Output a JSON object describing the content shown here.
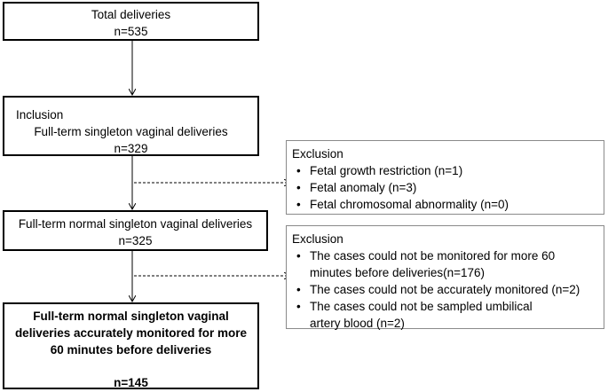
{
  "boxes": {
    "total": {
      "label": "Total deliveries",
      "n": "n=535"
    },
    "inclusion": {
      "heading": "Inclusion",
      "label": "Full-term singleton vaginal deliveries",
      "n": "n=329"
    },
    "normal": {
      "label": "Full-term normal singleton vaginal deliveries",
      "n": "n=325"
    },
    "final": {
      "lines": [
        "Full-term normal singleton vaginal",
        "deliveries accurately monitored for more",
        "60 minutes before deliveries"
      ],
      "n": "n=145"
    }
  },
  "exclusions": [
    {
      "heading": "Exclusion",
      "items": [
        [
          "Fetal growth restriction (n=1)"
        ],
        [
          "Fetal anomaly (n=3)"
        ],
        [
          "Fetal chromosomal abnormality (n=0)"
        ]
      ]
    },
    {
      "heading": "Exclusion",
      "items": [
        [
          "The cases could not be monitored for more 60",
          "minutes before deliveries(n=176)"
        ],
        [
          "The cases could not be accurately monitored (n=2)"
        ],
        [
          "The cases could not be sampled umbilical",
          "artery blood (n=2)"
        ]
      ]
    }
  ],
  "bullet": "•"
}
